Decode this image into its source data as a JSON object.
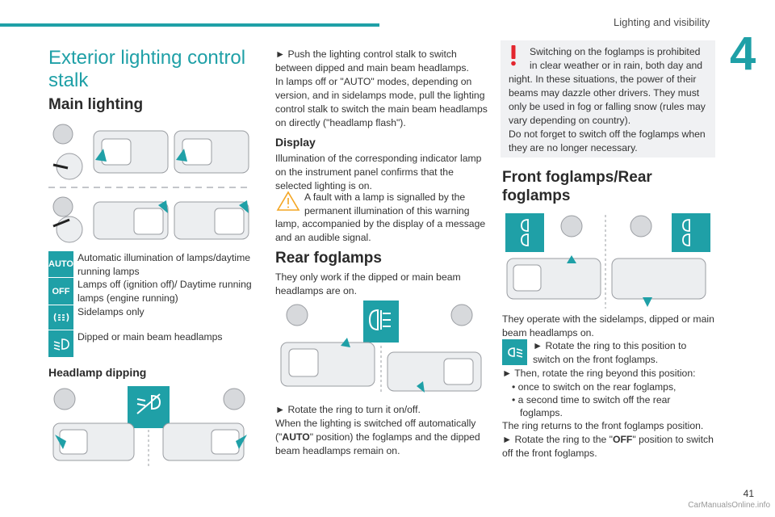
{
  "header": {
    "section": "Lighting and visibility",
    "chapter": "4",
    "page": "41",
    "watermark": "CarManualsOnline.info"
  },
  "col1": {
    "title_line1": "Exterior lighting control",
    "title_line2": "stalk",
    "main_lighting": "Main lighting",
    "legend": [
      {
        "icon": "AUTO",
        "text": "Automatic illumination of lamps/daytime running lamps"
      },
      {
        "icon": "OFF",
        "text": "Lamps off (ignition off)/ Daytime running lamps (engine running)"
      },
      {
        "icon": "sidelamps-icon",
        "text": "Sidelamps only"
      },
      {
        "icon": "headlamps-icon",
        "text": "Dipped or main beam headlamps"
      }
    ],
    "headlamp_dipping": "Headlamp dipping"
  },
  "col2": {
    "p1": "► Push the lighting control stalk to switch between dipped and main beam headlamps.",
    "p2": "In lamps off or \"AUTO\" modes, depending on version, and in sidelamps mode, pull the lighting control stalk to switch the main beam headlamps on directly (\"headlamp flash\").",
    "display": "Display",
    "p3": "Illumination of the corresponding indicator lamp on the instrument panel confirms that the selected lighting is on.",
    "warn_l1": "A fault with a lamp is signalled by the",
    "warn_l2": "permanent illumination of this warning",
    "warn_l3": "lamp, accompanied by the display of a message and an audible signal.",
    "rear_foglamps": "Rear foglamps",
    "p4": "They only work if the dipped or main beam headlamps are on.",
    "p5": "► Rotate the ring to turn it on/off.",
    "p6a": "When the lighting is switched off automatically (\"",
    "p6b": "AUTO",
    "p6c": "\" position) the foglamps and the dipped beam headlamps remain on."
  },
  "col3": {
    "warn_l1": "Switching on the foglamps is prohibited",
    "warn_l2": "in clear weather or in rain, both day and",
    "warn_l3": "night. In these situations, the power of their beams may dazzle other drivers. They must only be used in fog or falling snow (rules may vary depending on country).",
    "warn_l4": "Do not forget to switch off the foglamps when they are no longer necessary.",
    "title_line1": "Front foglamps/Rear",
    "title_line2": "foglamps",
    "p1": "They operate with the sidelamps, dipped or main beam headlamps on.",
    "p2_l1": "► Rotate the ring to this position to",
    "p2_l2": "switch on the front foglamps.",
    "p3": "► Then, rotate the ring beyond this position:",
    "b1": "• once to switch on the rear foglamps,",
    "b2a": "• a second time to switch off the rear",
    "b2b": "foglamps.",
    "p4": "The ring returns to the front foglamps position.",
    "p5a": "► Rotate the ring to the \"",
    "p5b": "OFF",
    "p5c": "\" position to switch off the front foglamps."
  },
  "colors": {
    "accent": "#1fa0a7",
    "warning_red": "#e3262e",
    "warning_orange": "#f4a623",
    "box_grey": "#f0f1f3"
  }
}
